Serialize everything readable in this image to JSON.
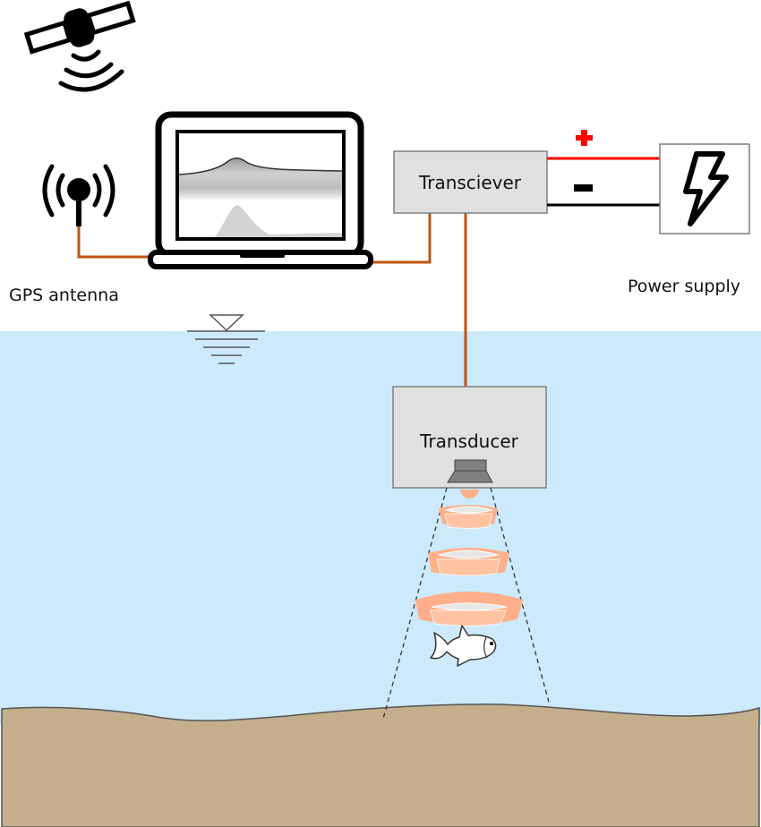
{
  "diagram": {
    "title": "Echosounder survey setup",
    "labels": {
      "gps_antenna": "GPS antenna",
      "transceiver": "Transciever",
      "power_supply": "Power supply",
      "transducer": "Transducer",
      "positive": "+",
      "negative": "−"
    },
    "colors": {
      "water": "#cdeafd",
      "seabed": "#c4ae8c",
      "cable": "#c0530f",
      "positive_wire": "#ff0000",
      "negative_wire": "#000000",
      "box_fill": "#e0e0e0",
      "box_stroke": "#7f7f7f",
      "beam_pulse": "#ffb08a"
    },
    "icons": [
      "satellite-icon",
      "gps-antenna-icon",
      "laptop-icon",
      "lightning-icon",
      "water-level-icon",
      "fish-icon",
      "transducer-head-icon"
    ]
  }
}
